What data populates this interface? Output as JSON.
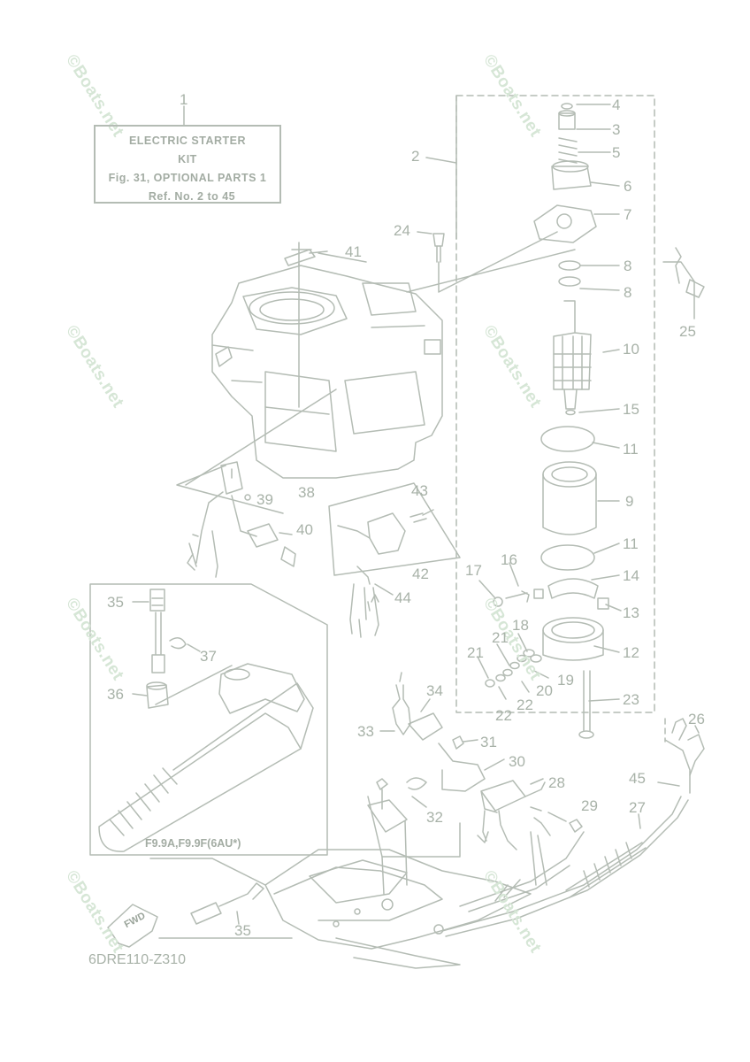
{
  "kit_label": {
    "line1": "ELECTRIC  STARTER",
    "line2": "KIT",
    "line3": "Fig. 31, OPTIONAL PARTS 1",
    "line4": "Ref. No. 2 to 45"
  },
  "inset_caption": "F9.9A,F9.9F(6AU*)",
  "diagram_code": "6DRE110-Z310",
  "watermark_text": "©Boats.net",
  "fwd_marker": "FWD",
  "callouts": {
    "n1": "1",
    "n2": "2",
    "n3": "3",
    "n4": "4",
    "n5": "5",
    "n6": "6",
    "n7": "7",
    "n8a": "8",
    "n8b": "8",
    "n9": "9",
    "n10": "10",
    "n11a": "11",
    "n11b": "11",
    "n12": "12",
    "n13": "13",
    "n14": "14",
    "n15": "15",
    "n16": "16",
    "n17": "17",
    "n18": "18",
    "n19": "19",
    "n20": "20",
    "n21a": "21",
    "n21b": "21",
    "n22a": "22",
    "n22b": "22",
    "n23": "23",
    "n24": "24",
    "n25": "25",
    "n26": "26",
    "n27": "27",
    "n28": "28",
    "n29": "29",
    "n30": "30",
    "n31": "31",
    "n32": "32",
    "n33": "33",
    "n34": "34",
    "n35a": "35",
    "n35b": "35",
    "n36": "36",
    "n37": "37",
    "n38": "38",
    "n39": "39",
    "n40": "40",
    "n41": "41",
    "n42": "42",
    "n43": "43",
    "n44": "44",
    "n45": "45"
  },
  "colors": {
    "line": "#b4bcb4",
    "text": "#a8b2a8",
    "watermark": "#d6e6d6"
  }
}
